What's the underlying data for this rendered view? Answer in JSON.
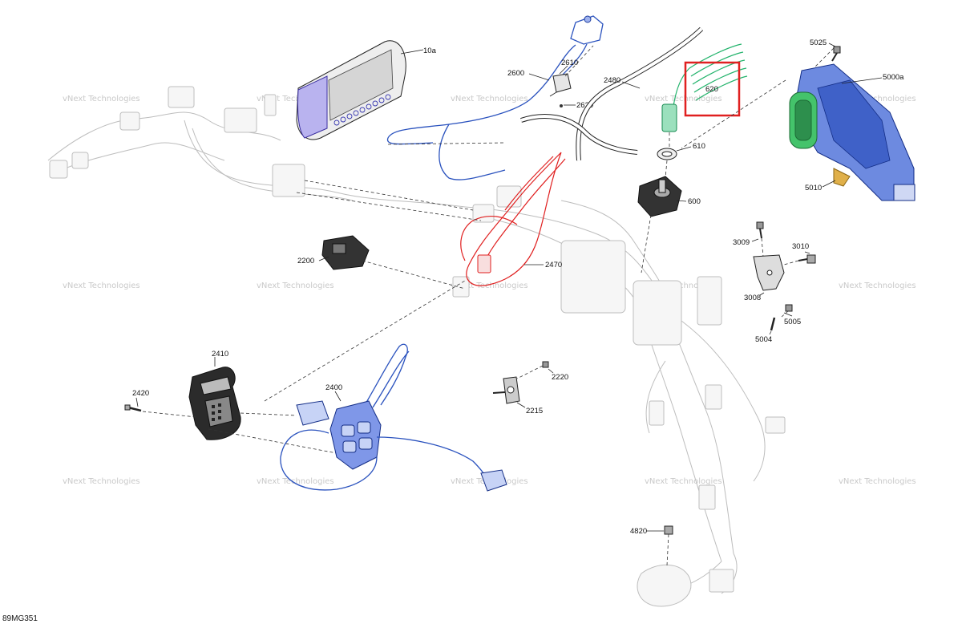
{
  "document_code": "89MG351",
  "watermark": "vNext Technologies",
  "highlight_color": "#e02020",
  "part_labels": {
    "p10a": "10a",
    "p2600": "2600",
    "p2610": "2610",
    "p2620": "2620",
    "p2480": "2480",
    "p620": "620",
    "p610": "610",
    "p600": "600",
    "p5025": "5025",
    "p5000a": "5000a",
    "p5010": "5010",
    "p3009": "3009",
    "p3010": "3010",
    "p3008": "3008",
    "p5005": "5005",
    "p5004": "5004",
    "p2200": "2200",
    "p2470": "2470",
    "p2410": "2410",
    "p2420": "2420",
    "p2400": "2400",
    "p2220": "2220",
    "p2215": "2215",
    "p4820": "4820"
  }
}
